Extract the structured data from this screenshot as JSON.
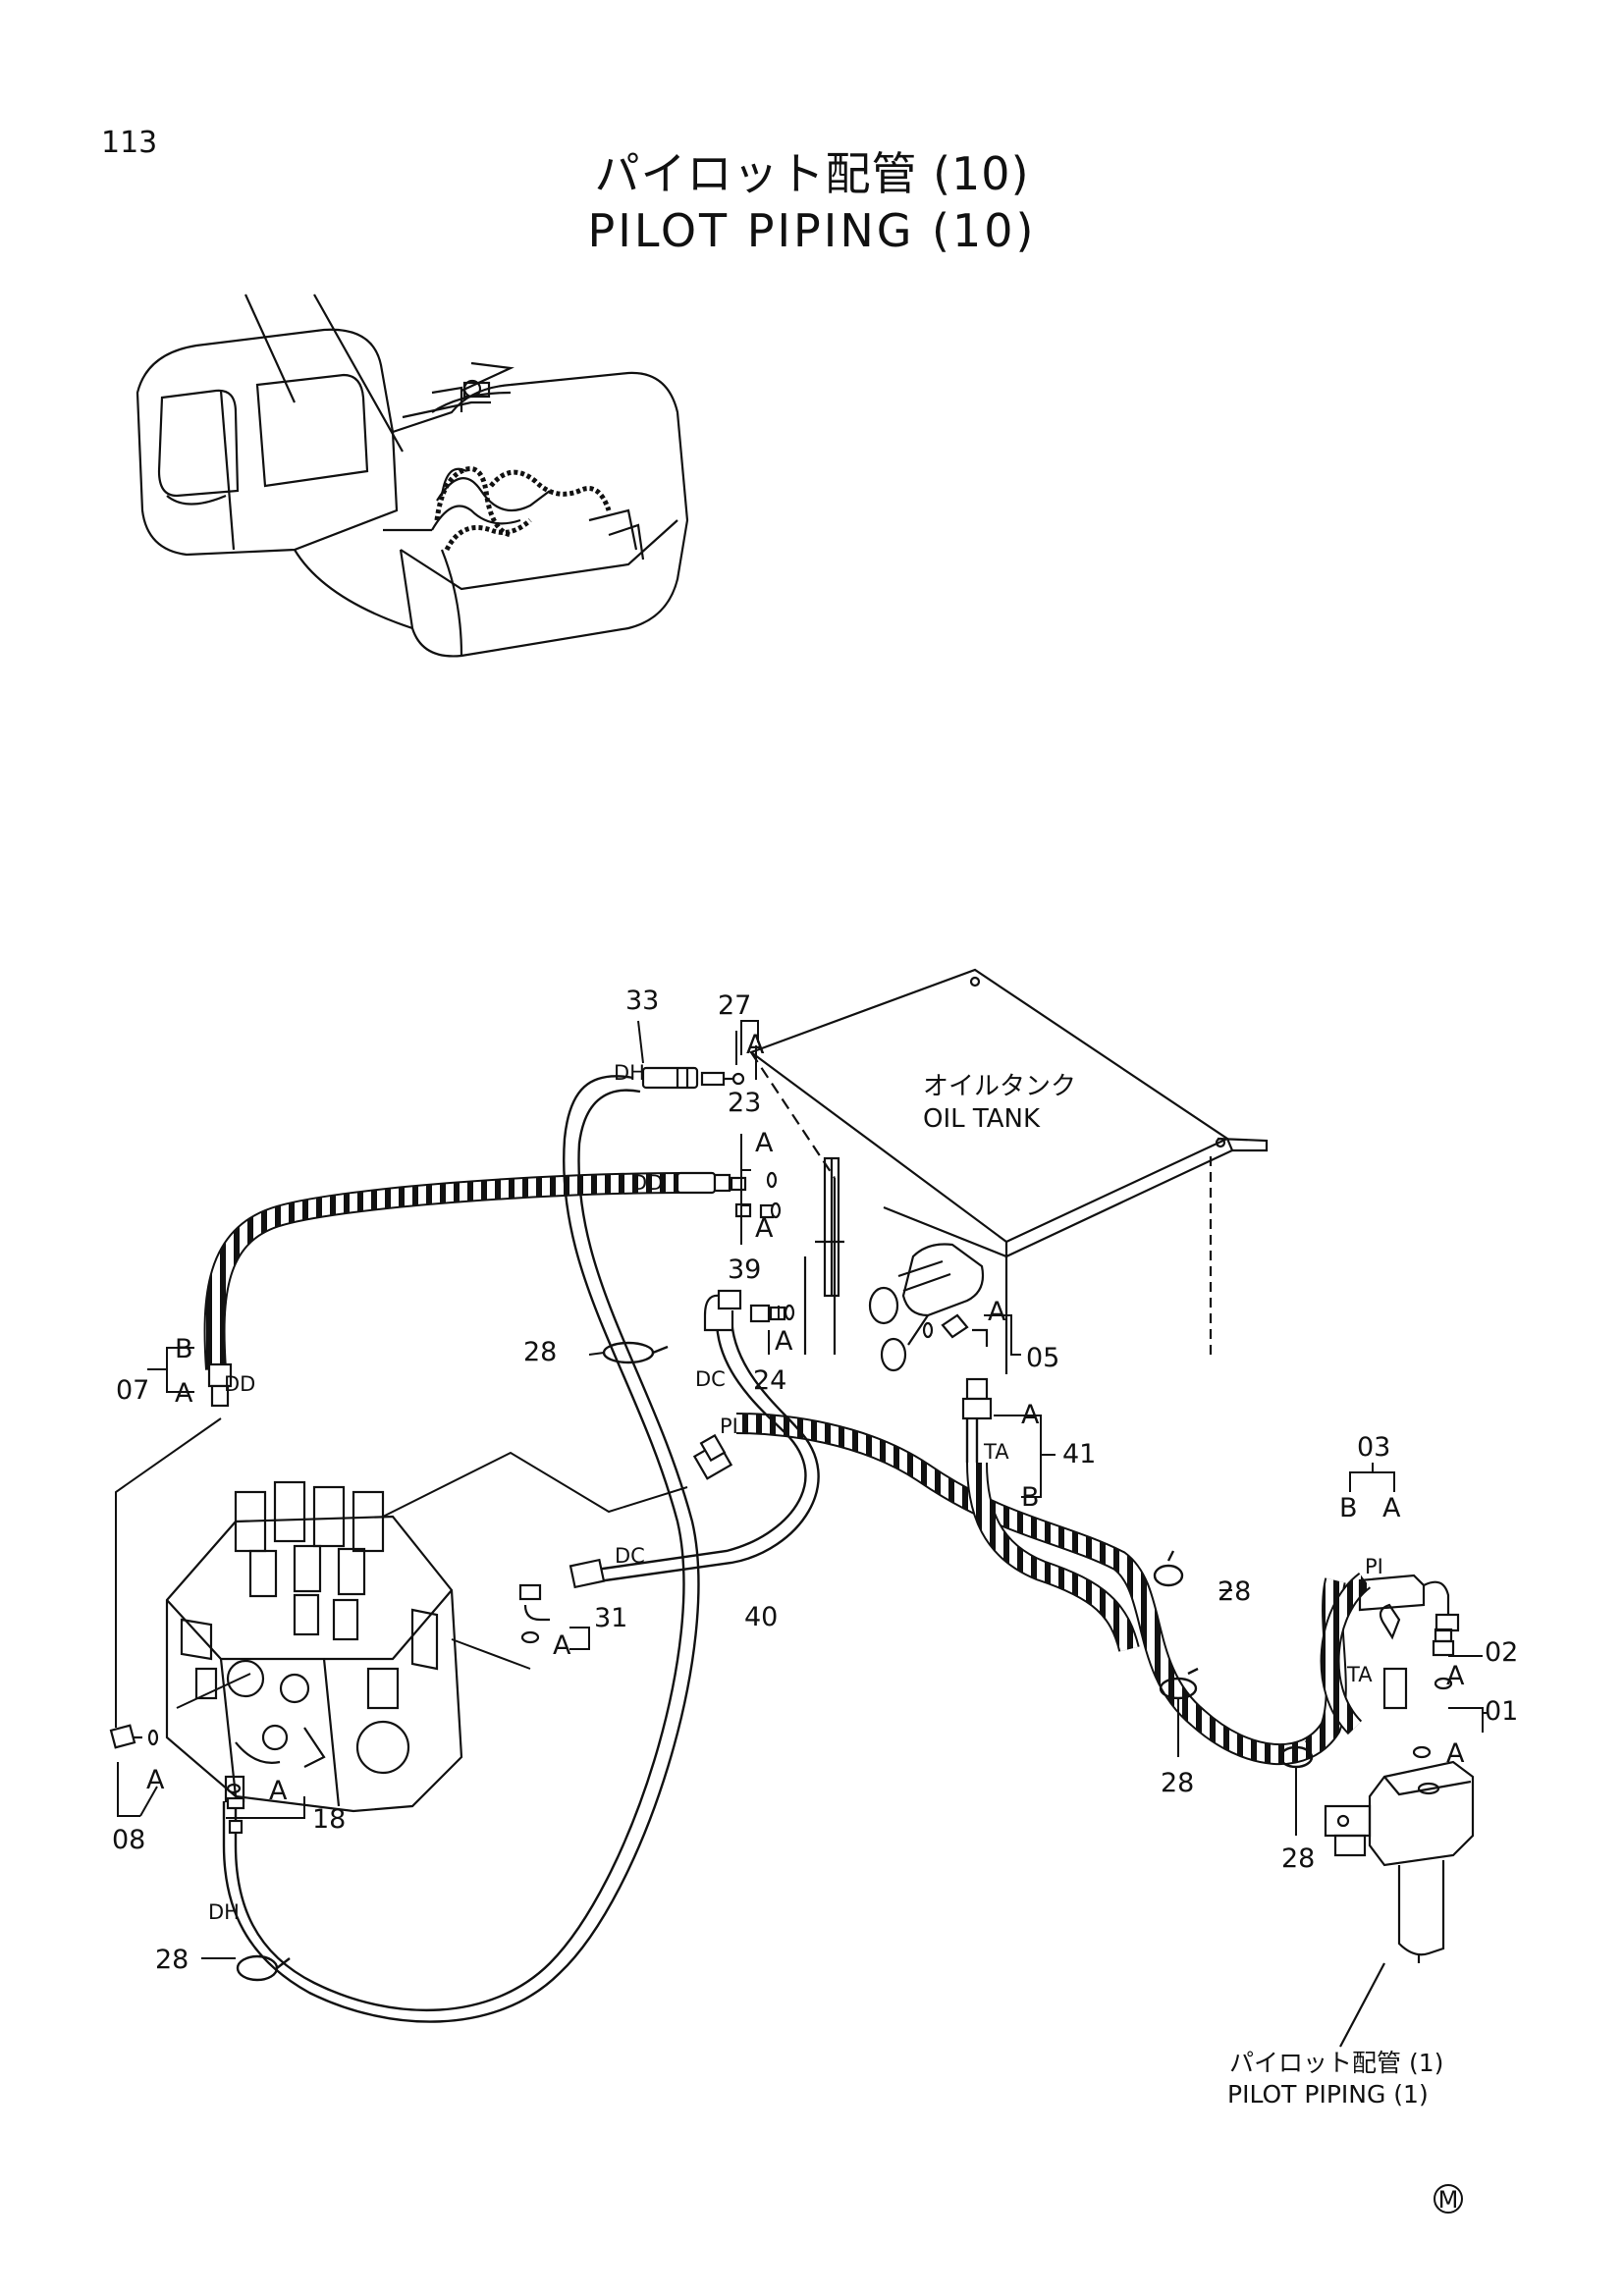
{
  "page_number": "113",
  "title": {
    "japanese": "パイロット配管 (10)",
    "english": "PILOT PIPING (10)"
  },
  "oil_tank": {
    "japanese": "オイルタンク",
    "english": "OIL TANK"
  },
  "reference": {
    "japanese": "パイロット配管 (1)",
    "english": "PILOT PIPING (1)"
  },
  "part_numbers": {
    "p33": "33",
    "p27": "27",
    "p23": "23",
    "p39": "39",
    "p24": "24",
    "p05": "05",
    "p28_a": "28",
    "p07": "07",
    "p41": "41",
    "p03": "03",
    "p28_b": "28",
    "p02": "02",
    "p01": "01",
    "p31": "31",
    "p40": "40",
    "p28_c": "28",
    "p28_d": "28",
    "p08": "08",
    "p18": "18",
    "p28_e": "28"
  },
  "port_labels": {
    "dh_top": "DH",
    "dd_top": "DD",
    "dd_left": "DD",
    "dc_top": "DC",
    "pi_mid": "PI",
    "dc_mid": "DC",
    "ta_mid": "TA",
    "pi_right": "PI",
    "ta_right": "TA",
    "dh_bottom": "DH"
  },
  "callout_letters": {
    "a_27": "A",
    "a_23a": "A",
    "a_23b": "A",
    "a_24": "A",
    "a_05": "A",
    "b_07": "B",
    "a_07": "A",
    "a_41": "A",
    "b_41": "B",
    "b_03": "B",
    "a_03": "A",
    "a_02": "A",
    "a_01": "A",
    "a_31": "A",
    "a_08": "A",
    "a_18": "A"
  },
  "mark": "M"
}
